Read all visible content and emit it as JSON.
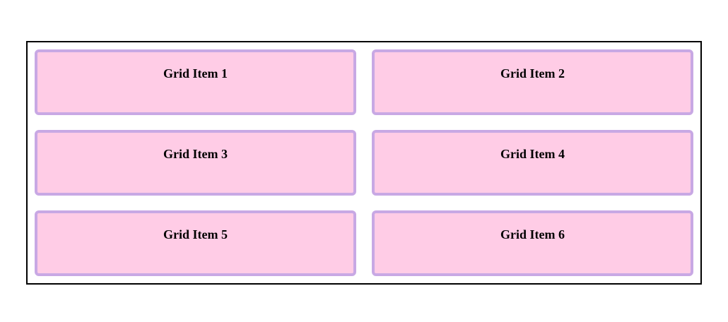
{
  "page": {
    "background_color": "#ffffff"
  },
  "container": {
    "border_color": "#000000"
  },
  "grid": {
    "columns": 2,
    "rows": 3,
    "item_background_color": "#ffcce6",
    "item_border_color": "#c8a8e4",
    "item_text_color": "#000000",
    "items": [
      {
        "label": "Grid Item 1"
      },
      {
        "label": "Grid Item 2"
      },
      {
        "label": "Grid Item 3"
      },
      {
        "label": "Grid Item 4"
      },
      {
        "label": "Grid Item 5"
      },
      {
        "label": "Grid Item 6"
      }
    ]
  }
}
